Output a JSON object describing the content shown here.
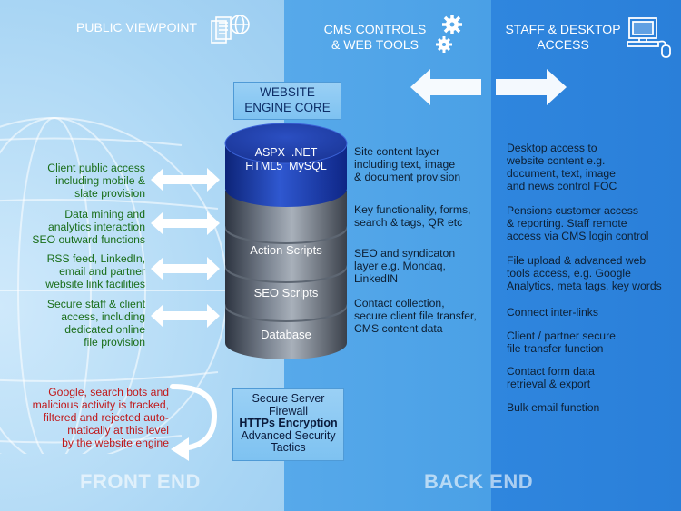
{
  "headers": {
    "public": "PUBLIC VIEWPOINT",
    "cms": [
      "CMS CONTROLS",
      "& WEB TOOLS"
    ],
    "staff": [
      "STAFF & DESKTOP",
      "ACCESS"
    ]
  },
  "engine_core": [
    "WEBSITE",
    "ENGINE CORE"
  ],
  "db_top": [
    "ASPX  .NET",
    "HTML5  MySQL"
  ],
  "layers": [
    "Action Scripts",
    "SEO Scripts",
    "Database"
  ],
  "left_items": [
    [
      "Client public access",
      "including mobile &",
      "slate provision"
    ],
    [
      "Data mining and",
      "analytics interaction",
      "SEO outward functions"
    ],
    [
      "RSS feed, LinkedIn,",
      "email and partner",
      "website link facilities"
    ],
    [
      "Secure staff & client",
      "access, including",
      "dedicated online",
      "file provision"
    ]
  ],
  "red_note": [
    "Google, search bots and",
    "malicious activity is tracked,",
    "filtered and rejected auto-",
    "matically at this level",
    "by the website engine"
  ],
  "security_box": [
    "Secure Server",
    "Firewall",
    "HTTPs Encryption",
    "Advanced Security",
    "Tactics"
  ],
  "middle_items": [
    [
      "Site content layer",
      "including text, image",
      "& document provision"
    ],
    [
      "Key functionality, forms,",
      "search & tags, QR etc"
    ],
    [
      "SEO and syndicaton",
      "layer e.g. Mondaq,",
      "LinkedIN"
    ],
    [
      "Contact collection,",
      "secure client file transfer,",
      "CMS content data"
    ]
  ],
  "right_items": [
    [
      "Desktop access to",
      "website content e.g.",
      "document, text, image",
      "and news control FOC"
    ],
    [
      "Pensions customer access",
      "& reporting. Staff remote",
      "access via CMS login control"
    ],
    [
      "File upload & advanced web",
      "tools access, e.g. Google",
      "Analytics, meta tags, key words"
    ],
    [
      "Connect inter-links"
    ],
    [
      "Client / partner secure",
      "file transfer function"
    ],
    [
      "Contact form data",
      "retrieval & export"
    ],
    [
      "Bulk email function"
    ]
  ],
  "footer": {
    "front": "FRONT END",
    "back": "BACK END"
  },
  "colors": {
    "green": "#1a6e1a",
    "red": "#c0181a",
    "dark": "#0d1f33",
    "cylinder_top": "#1e3fa8"
  },
  "icons": [
    "documents-globe-icon",
    "gears-icon",
    "desktop-computer-icon",
    "double-arrow-icon"
  ]
}
